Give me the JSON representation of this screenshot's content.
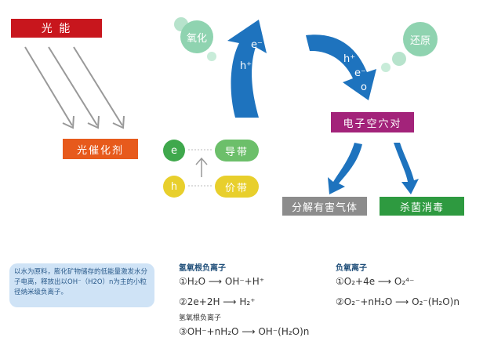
{
  "top": {
    "light_energy": "光 能",
    "photocatalyst": "光催化剂",
    "oxidation": "氧化",
    "reduction": "还原",
    "electron_hole_pair": "电子空穴对",
    "left_arrow_e": "e⁻",
    "left_arrow_h": "h⁺",
    "right_arrow_h": "h⁺",
    "right_arrow_e": "e⁻",
    "right_arrow_o": "o",
    "band_e": "e",
    "band_h": "h",
    "conduction_band": "导带",
    "valence_band": "价带",
    "decompose_gas": "分解有害气体",
    "sterilize": "杀菌消毒"
  },
  "note": "以水为原料，膨化矿物储存的低能量激发水分子电离，释放出以OH⁻（H2O）n为主的小粒径纳米级负离子。",
  "hydroxyl": {
    "title": "氢氧根负离子",
    "eq1": "①H₂O ⟶ OH⁻+H⁺",
    "eq2": "②2e+2H ⟶ H₂⁺",
    "subtitle": "氢氧根负离子",
    "eq3": "③OH⁻+nH₂O ⟶ OH⁻(H₂O)n"
  },
  "oxygen": {
    "title": "负氧离子",
    "eq1": "①O₂+4e ⟶ O₂⁴⁻",
    "eq2": "②O₂⁻+nH₂O ⟶ O₂⁻(H₂O)n"
  },
  "colors": {
    "red": "#c8161d",
    "orange": "#e75a1c",
    "magenta": "#a3237a",
    "gray": "#8c8c8c",
    "green": "#2e9a40",
    "blue": "#1e73be",
    "mint": "#9ed8b8"
  }
}
